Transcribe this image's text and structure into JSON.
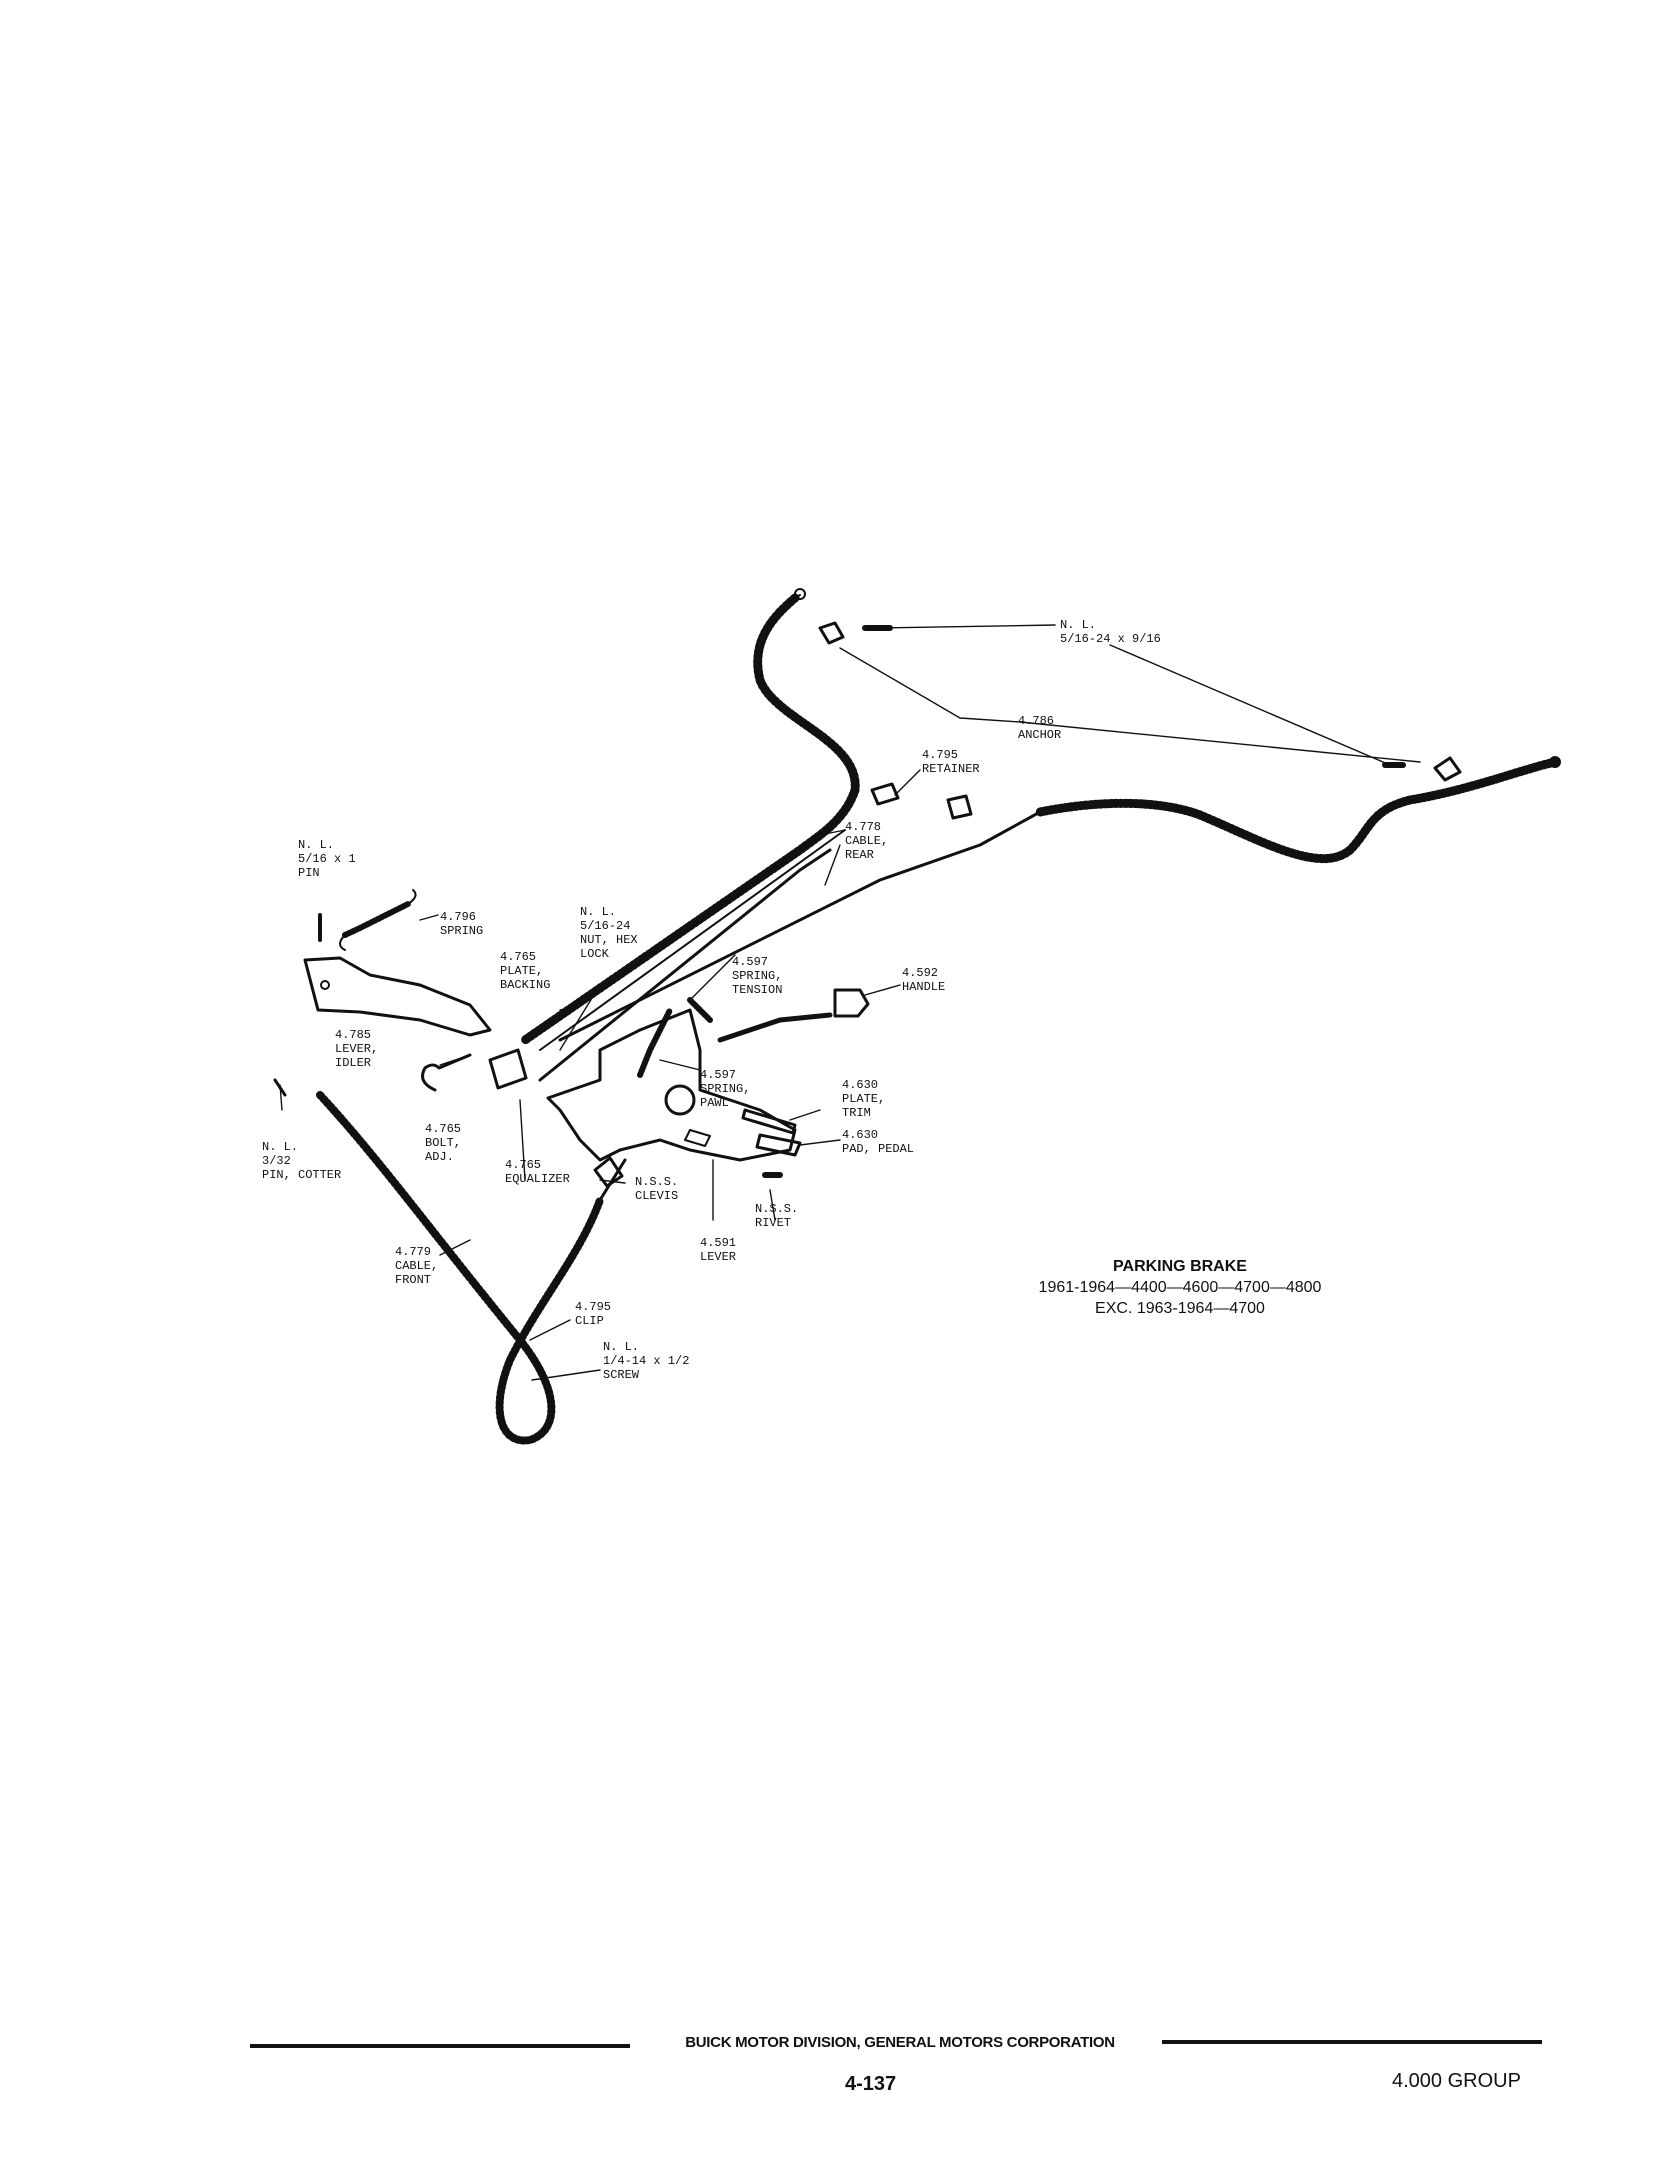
{
  "parts": [
    {
      "id": "nl-bolt",
      "lines": [
        "N. L.",
        "5/16-24 x 9/16"
      ]
    },
    {
      "id": "anchor",
      "lines": [
        "4.786",
        "ANCHOR"
      ]
    },
    {
      "id": "retainer",
      "lines": [
        "4.795",
        "RETAINER"
      ]
    },
    {
      "id": "cable-rear",
      "lines": [
        "4.778",
        "CABLE,",
        "REAR"
      ]
    },
    {
      "id": "nl-pin",
      "lines": [
        "N. L.",
        "5/16 x 1",
        "PIN"
      ]
    },
    {
      "id": "spring",
      "lines": [
        "4.796",
        "SPRING"
      ]
    },
    {
      "id": "nut-hex-lock",
      "lines": [
        "N. L.",
        "5/16-24",
        "NUT, HEX",
        "LOCK"
      ]
    },
    {
      "id": "plate-backing",
      "lines": [
        "4.765",
        "PLATE,",
        "BACKING"
      ]
    },
    {
      "id": "spring-tension",
      "lines": [
        "4.597",
        "SPRING,",
        "TENSION"
      ]
    },
    {
      "id": "handle",
      "lines": [
        "4.592",
        "HANDLE"
      ]
    },
    {
      "id": "lever-idler",
      "lines": [
        "4.785",
        "LEVER,",
        "IDLER"
      ]
    },
    {
      "id": "spring-pawl",
      "lines": [
        "4.597",
        "SPRING,",
        "PAWL"
      ]
    },
    {
      "id": "plate-trim",
      "lines": [
        "4.630",
        "PLATE,",
        "TRIM"
      ]
    },
    {
      "id": "pad-pedal",
      "lines": [
        "4.630",
        "PAD, PEDAL"
      ]
    },
    {
      "id": "pin-cotter",
      "lines": [
        "N. L.",
        "3/32",
        "PIN, COTTER"
      ]
    },
    {
      "id": "bolt-adj",
      "lines": [
        "4.765",
        "BOLT,",
        "ADJ."
      ]
    },
    {
      "id": "equalizer",
      "lines": [
        "4.765",
        "EQUALIZER"
      ]
    },
    {
      "id": "clevis",
      "lines": [
        "N.S.S.",
        "CLEVIS"
      ]
    },
    {
      "id": "rivet",
      "lines": [
        "N.S.S.",
        "RIVET"
      ]
    },
    {
      "id": "lever",
      "lines": [
        "4.591",
        "LEVER"
      ]
    },
    {
      "id": "cable-front",
      "lines": [
        "4.779",
        "CABLE,",
        "FRONT"
      ]
    },
    {
      "id": "clip",
      "lines": [
        "4.795",
        "CLIP"
      ]
    },
    {
      "id": "screw",
      "lines": [
        "N. L.",
        "1/4-14 x 1/2",
        "SCREW"
      ]
    }
  ],
  "caption": {
    "title": "PARKING BRAKE",
    "line2": "1961-1964—4400—4600—4700—4800",
    "line3": "EXC. 1963-1964—4700"
  },
  "footer": {
    "company": "BUICK MOTOR DIVISION, GENERAL MOTORS CORPORATION",
    "page": "4-137",
    "group": "4.000 GROUP"
  }
}
